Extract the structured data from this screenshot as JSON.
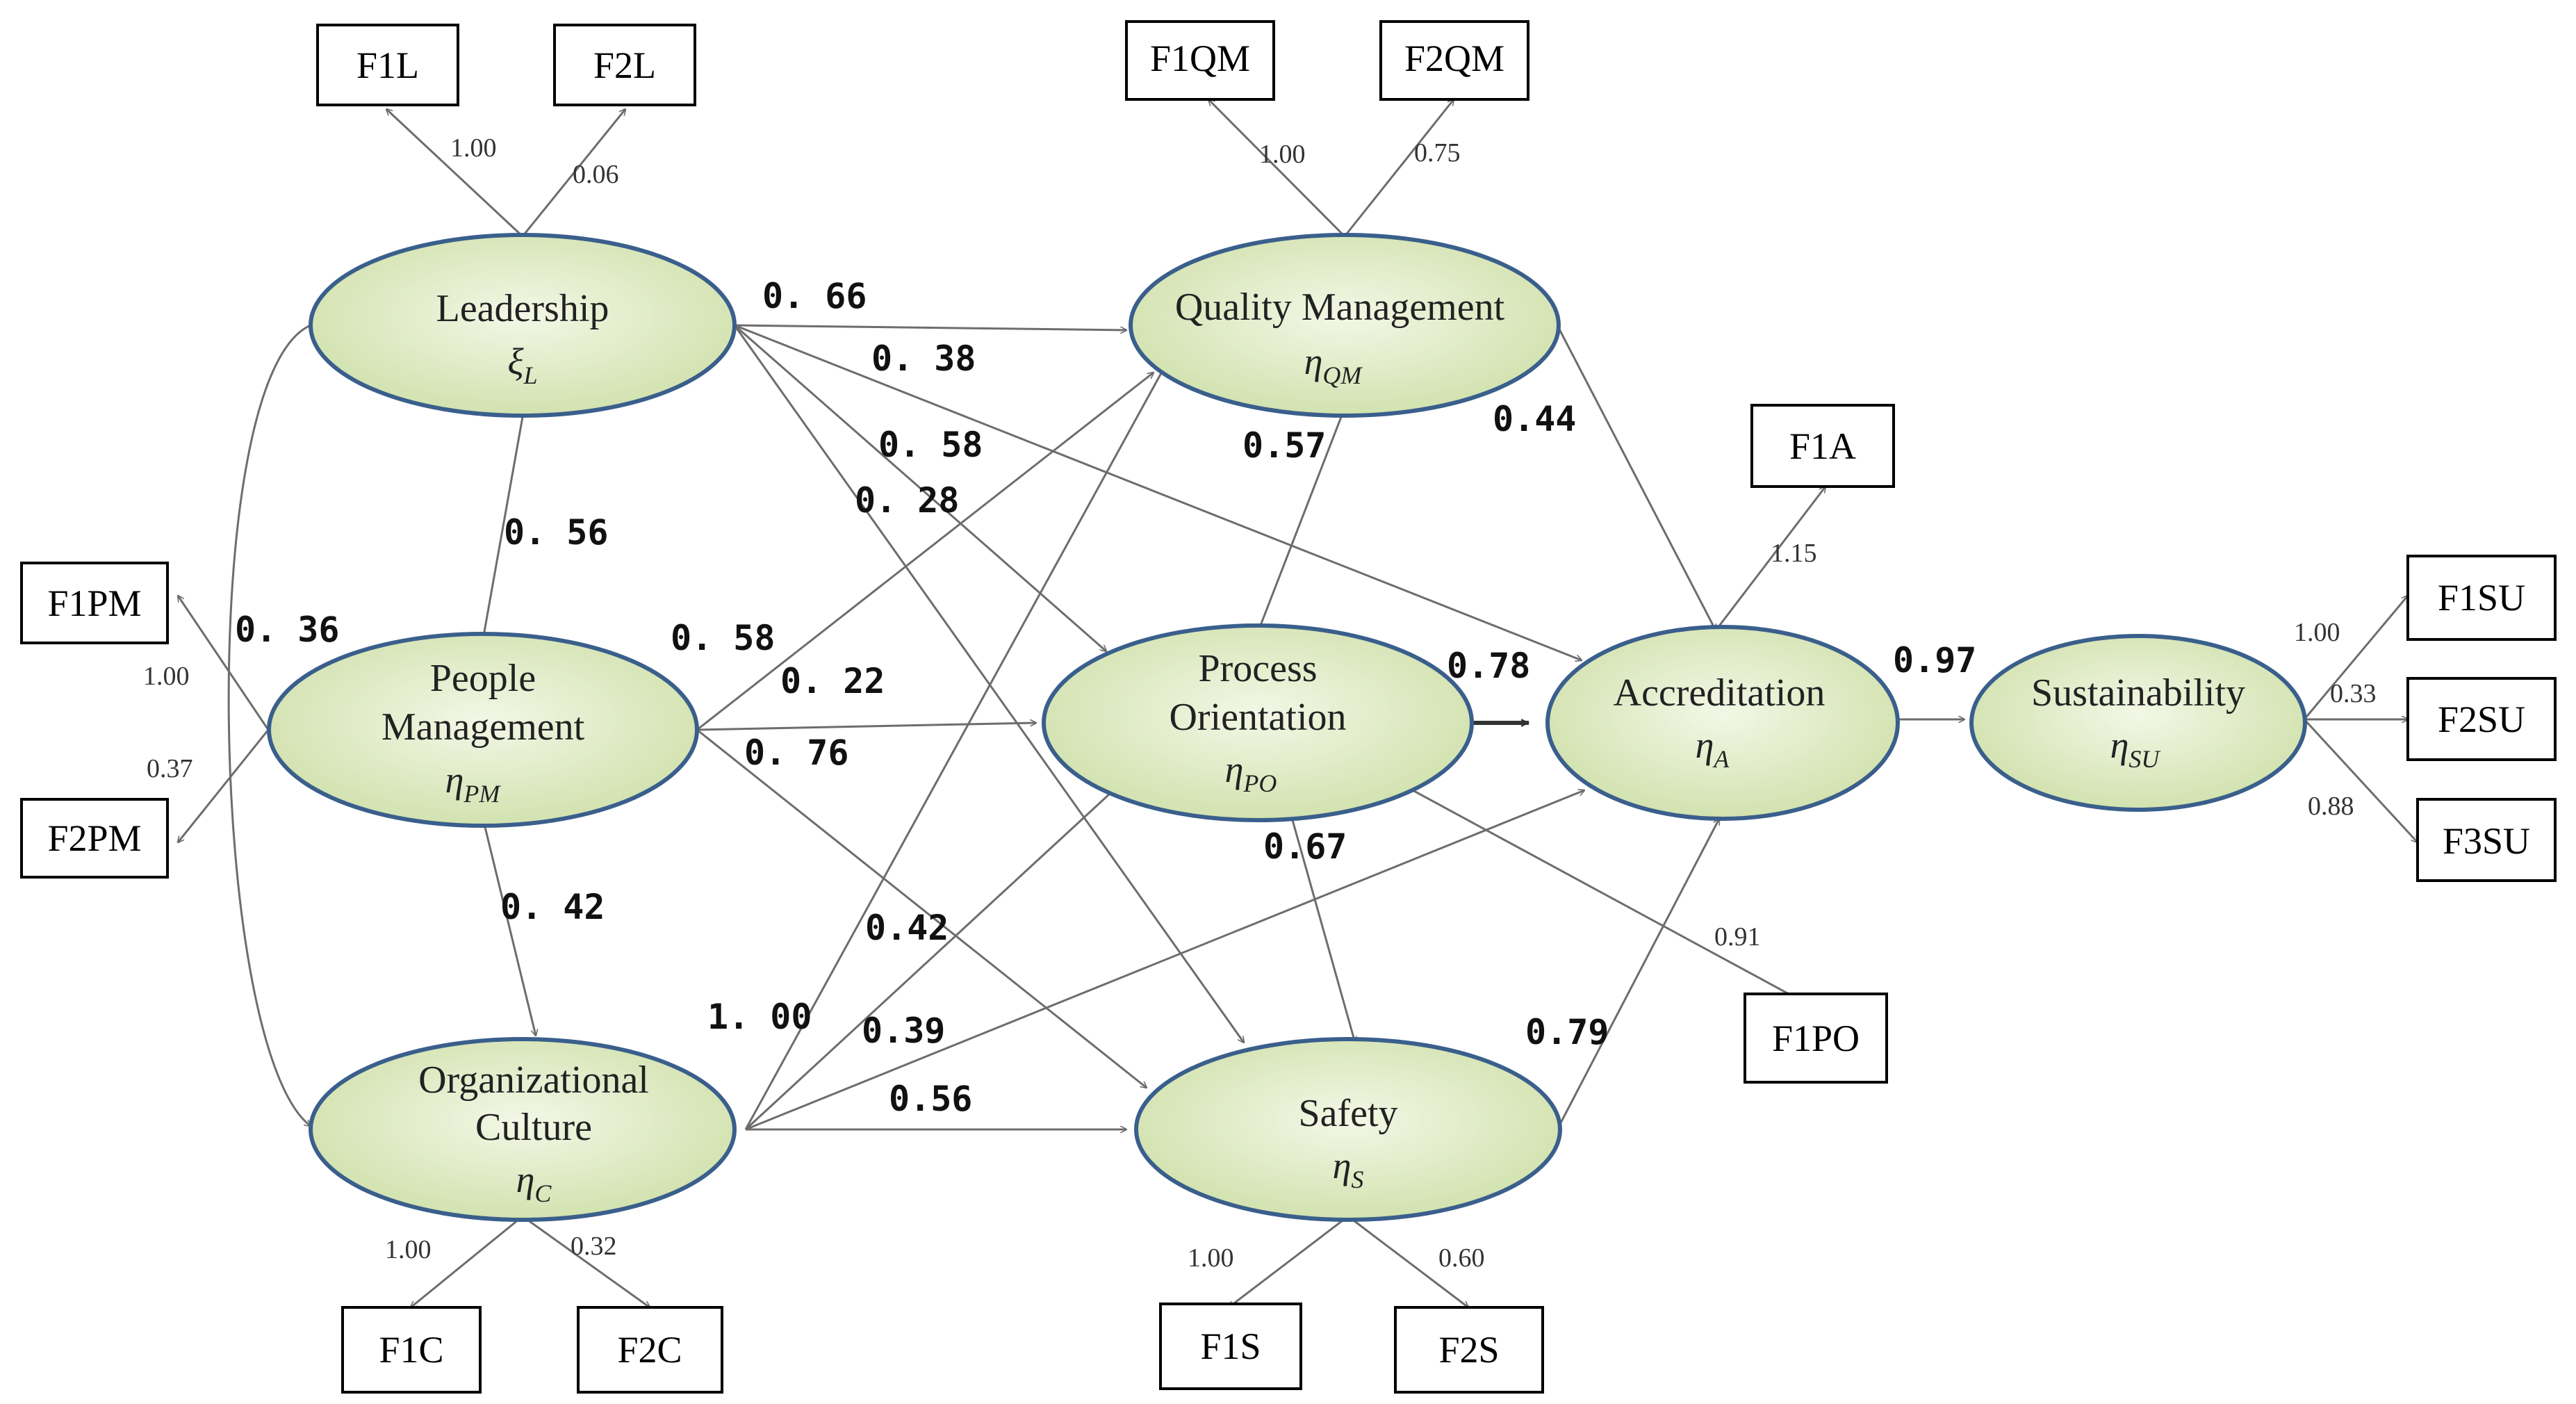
{
  "constructs": {
    "leadership": {
      "name_lines": [
        "Leadership"
      ],
      "symbol": "ξ",
      "subscript": "L"
    },
    "people_management": {
      "name_lines": [
        "People",
        "Management"
      ],
      "symbol": "η",
      "subscript": "PM"
    },
    "organizational_culture": {
      "name_lines": [
        "Organizational",
        "Culture"
      ],
      "symbol": "η",
      "subscript": "C"
    },
    "quality_management": {
      "name_lines": [
        "Quality Management"
      ],
      "symbol": "η",
      "subscript": "QM"
    },
    "process_orientation": {
      "name_lines": [
        "Process",
        "Orientation"
      ],
      "symbol": "η",
      "subscript": "PO"
    },
    "safety": {
      "name_lines": [
        "Safety"
      ],
      "symbol": "η",
      "subscript": "S"
    },
    "accreditation": {
      "name_lines": [
        "Accreditation"
      ],
      "symbol": "η",
      "subscript": "A"
    },
    "sustainability": {
      "name_lines": [
        "Sustainability"
      ],
      "symbol": "η",
      "subscript": "SU"
    }
  },
  "indicators": {
    "F1L": "F1L",
    "F2L": "F2L",
    "F1QM": "F1QM",
    "F2QM": "F2QM",
    "F1PM": "F1PM",
    "F2PM": "F2PM",
    "F1A": "F1A",
    "F1SU": "F1SU",
    "F2SU": "F2SU",
    "F3SU": "F3SU",
    "F1PO": "F1PO",
    "F1C": "F1C",
    "F2C": "F2C",
    "F1S": "F1S",
    "F2S": "F2S"
  },
  "paths": {
    "L_QM": "0. 66",
    "L_A": "0. 38",
    "L_PO": "0. 58",
    "L_S": "0. 28",
    "L_PM": "0. 56",
    "L_C": "0. 36",
    "PM_QM": "0. 58",
    "PM_PO": "0. 22",
    "PM_S": "0. 76",
    "PM_C": "0. 42",
    "QM_A": "0.44",
    "QM_PO": "0.57",
    "PO_A": "0.78",
    "PO_S": "0.67",
    "C_QM": "1. 00",
    "C_PO": "0.42",
    "C_A": "0.39",
    "C_S": "0.56",
    "S_A": "0.79",
    "A_SU": "0.97"
  },
  "loadings": {
    "F1L": "1.00",
    "F2L": "0.06",
    "F1QM": "1.00",
    "F2QM": "0.75",
    "F1PM": "1.00",
    "F2PM": "0.37",
    "F1A": "1.15",
    "F1SU": "1.00",
    "F2SU": "0.33",
    "F3SU": "0.88",
    "F1PO": "0.91",
    "F1C": "1.00",
    "F2C": "0.32",
    "F1S": "1.00",
    "F2S": "0.60"
  },
  "colors": {
    "ellipse_fill_light": "#f3f7e6",
    "ellipse_fill_dark": "#cfe0aa",
    "ellipse_stroke": "#3a5f8c",
    "arrow": "#6d6d6d"
  }
}
